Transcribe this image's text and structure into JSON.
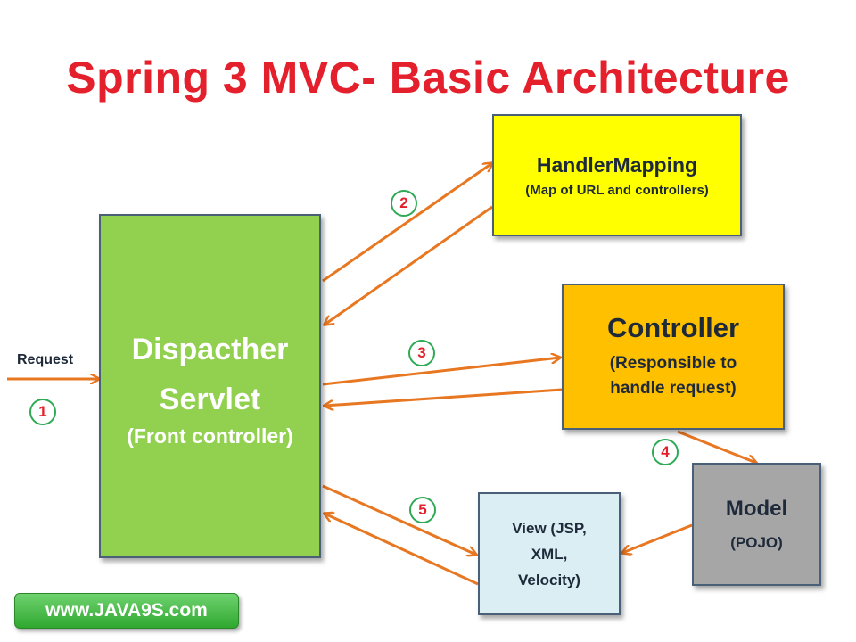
{
  "title": "Spring 3 MVC- Basic Architecture",
  "boxes": {
    "dispatcher": {
      "line1": "Dispacther",
      "line2": "Servlet",
      "sub": "(Front controller)"
    },
    "handler_mapping": {
      "title": "HandlerMapping",
      "sub": "(Map of URL and controllers)"
    },
    "controller": {
      "title": "Controller",
      "sub_line1": "(Responsible to",
      "sub_line2": "handle request)"
    },
    "model": {
      "title": "Model",
      "sub": "(POJO)"
    },
    "view": {
      "line1": "View (JSP,",
      "line2": "XML,",
      "line3": "Velocity)"
    }
  },
  "request_label": "Request",
  "steps": [
    "1",
    "2",
    "3",
    "4",
    "5"
  ],
  "website": "www.JAVA9S.com",
  "colors": {
    "title": "#e3202b",
    "arrow": "#e87722",
    "dispatcher": "#92d050",
    "handler_mapping": "#ffff00",
    "controller": "#ffc000",
    "model": "#a6a6a6",
    "view": "#dbeef4",
    "step_circle": "#2eaa55"
  }
}
